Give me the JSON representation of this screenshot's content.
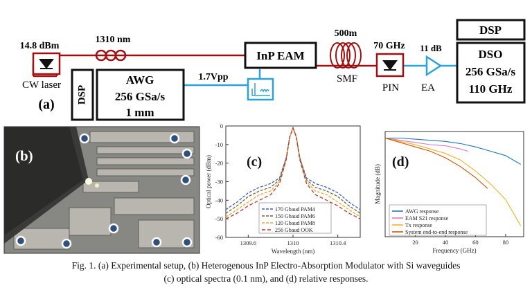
{
  "setup": {
    "cw_power": "14.8 dBm",
    "cw_label": "CW laser",
    "fiber_wavelength": "1310 nm",
    "eam": "InP EAM",
    "smf_length": "500m",
    "smf_label": "SMF",
    "pin_bw": "70 GHz",
    "pin_label": "PIN",
    "ea_gain": "11 dB",
    "ea_label": "EA",
    "dsp_left": "DSP",
    "dsp_right": "DSP",
    "awg_title": "AWG",
    "awg_rate": "256 GSa/s",
    "awg_len": "1 mm",
    "drive": "1.7Vpp",
    "dso_title": "DSO",
    "dso_rate": "256 GSa/s",
    "dso_bw": "110 GHz",
    "panel_a": "(a)"
  },
  "photo": {
    "label": "(b)"
  },
  "spectrum": {
    "label": "(c)",
    "chart_data": {
      "type": "line",
      "xlabel": "Wavelength (nm)",
      "ylabel": "Optical power (dBm)",
      "xlim": [
        1309.4,
        1310.6
      ],
      "ylim": [
        -60,
        0
      ],
      "x_ticks": [
        "1309.6",
        "1310",
        "1310.4"
      ],
      "y_ticks": [
        "0",
        "-10",
        "-20",
        "-30",
        "-40",
        "-50",
        "-60"
      ],
      "legend": "bottom-center",
      "series": [
        {
          "name": "170 Gbaud PAM4",
          "color": "#3a5fcd",
          "dash": "4,2",
          "points": [
            [
              1309.4,
              -45
            ],
            [
              1309.5,
              -41
            ],
            [
              1309.6,
              -36
            ],
            [
              1309.7,
              -33
            ],
            [
              1309.8,
              -31
            ],
            [
              1309.88,
              -28
            ],
            [
              1309.94,
              -17
            ],
            [
              1309.97,
              -6
            ],
            [
              1310,
              -1
            ],
            [
              1310.03,
              -6
            ],
            [
              1310.06,
              -17
            ],
            [
              1310.12,
              -28
            ],
            [
              1310.2,
              -31
            ],
            [
              1310.3,
              -33
            ],
            [
              1310.4,
              -36
            ],
            [
              1310.5,
              -41
            ],
            [
              1310.6,
              -45
            ]
          ]
        },
        {
          "name": "150 Gbaud PAM6",
          "color": "#6b6b2a",
          "dash": "4,2",
          "points": [
            [
              1309.4,
              -47
            ],
            [
              1309.5,
              -43
            ],
            [
              1309.6,
              -38
            ],
            [
              1309.7,
              -35
            ],
            [
              1309.8,
              -33
            ],
            [
              1309.88,
              -29
            ],
            [
              1309.94,
              -17
            ],
            [
              1309.97,
              -6
            ],
            [
              1310,
              -1
            ],
            [
              1310.03,
              -6
            ],
            [
              1310.06,
              -17
            ],
            [
              1310.12,
              -29
            ],
            [
              1310.2,
              -33
            ],
            [
              1310.3,
              -35
            ],
            [
              1310.4,
              -38
            ],
            [
              1310.5,
              -43
            ],
            [
              1310.6,
              -47
            ]
          ]
        },
        {
          "name": "120 Gbaud PAM8",
          "color": "#e8a838",
          "dash": "4,2",
          "points": [
            [
              1309.4,
              -49
            ],
            [
              1309.5,
              -45
            ],
            [
              1309.6,
              -41
            ],
            [
              1309.7,
              -37
            ],
            [
              1309.8,
              -35
            ],
            [
              1309.88,
              -30
            ],
            [
              1309.94,
              -18
            ],
            [
              1309.97,
              -6
            ],
            [
              1310,
              -1
            ],
            [
              1310.03,
              -6
            ],
            [
              1310.06,
              -18
            ],
            [
              1310.12,
              -30
            ],
            [
              1310.2,
              -35
            ],
            [
              1310.3,
              -37
            ],
            [
              1310.4,
              -41
            ],
            [
              1310.5,
              -45
            ],
            [
              1310.6,
              -49
            ]
          ]
        },
        {
          "name": "256 Gbaud OOK",
          "color": "#c0392b",
          "dash": "5,3",
          "points": [
            [
              1309.4,
              -50
            ],
            [
              1309.5,
              -47
            ],
            [
              1309.6,
              -43
            ],
            [
              1309.7,
              -40
            ],
            [
              1309.8,
              -37
            ],
            [
              1309.88,
              -31
            ],
            [
              1309.94,
              -18
            ],
            [
              1309.97,
              -6
            ],
            [
              1310,
              -1
            ],
            [
              1310.03,
              -6
            ],
            [
              1310.06,
              -18
            ],
            [
              1310.12,
              -31
            ],
            [
              1310.2,
              -37
            ],
            [
              1310.3,
              -40
            ],
            [
              1310.4,
              -43
            ],
            [
              1310.5,
              -47
            ],
            [
              1310.6,
              -50
            ]
          ]
        }
      ]
    }
  },
  "response": {
    "label": "(d)",
    "chart_data": {
      "type": "line",
      "xlabel": "Frequency (GHz)",
      "ylabel": "Magnitude (dB)",
      "xlim": [
        0,
        92
      ],
      "ylim": [
        -45,
        3
      ],
      "x_ticks": [
        "20",
        "40",
        "60",
        "80"
      ],
      "y_ticks": [],
      "legend": "bottom-right",
      "series": [
        {
          "name": "AWG response",
          "color": "#1f77b4",
          "points": [
            [
              0,
              0
            ],
            [
              10,
              0
            ],
            [
              20,
              -0.5
            ],
            [
              30,
              -1
            ],
            [
              40,
              -1.5
            ],
            [
              50,
              -2.5
            ],
            [
              60,
              -4
            ],
            [
              70,
              -6
            ],
            [
              80,
              -8
            ],
            [
              90,
              -12
            ]
          ]
        },
        {
          "name": "EAM S21 response",
          "color": "#e377c2",
          "points": [
            [
              0,
              0
            ],
            [
              10,
              -1
            ],
            [
              20,
              -2
            ],
            [
              30,
              -3
            ],
            [
              40,
              -3.5
            ],
            [
              50,
              -5
            ],
            [
              55,
              -6
            ]
          ]
        },
        {
          "name": "Tx response",
          "color": "#f0b323",
          "points": [
            [
              0,
              0
            ],
            [
              10,
              -1.5
            ],
            [
              20,
              -3
            ],
            [
              30,
              -5
            ],
            [
              40,
              -7
            ],
            [
              50,
              -10
            ],
            [
              60,
              -15
            ],
            [
              70,
              -21
            ],
            [
              80,
              -28
            ],
            [
              90,
              -40
            ]
          ]
        },
        {
          "name": "System end-to-end response",
          "color": "#d35400",
          "points": [
            [
              0,
              0
            ],
            [
              10,
              -2
            ],
            [
              20,
              -4
            ],
            [
              30,
              -6
            ],
            [
              40,
              -9
            ],
            [
              50,
              -13
            ],
            [
              60,
              -18
            ],
            [
              68,
              -23
            ]
          ]
        }
      ]
    }
  },
  "caption": {
    "line1": "Fig. 1. (a) Experimental setup, (b) Heterogenous InP Electro-Absorption Modulator with Si waveguides",
    "line2": "(c) optical spectra (0.1 nm), and (d) relative responses."
  }
}
